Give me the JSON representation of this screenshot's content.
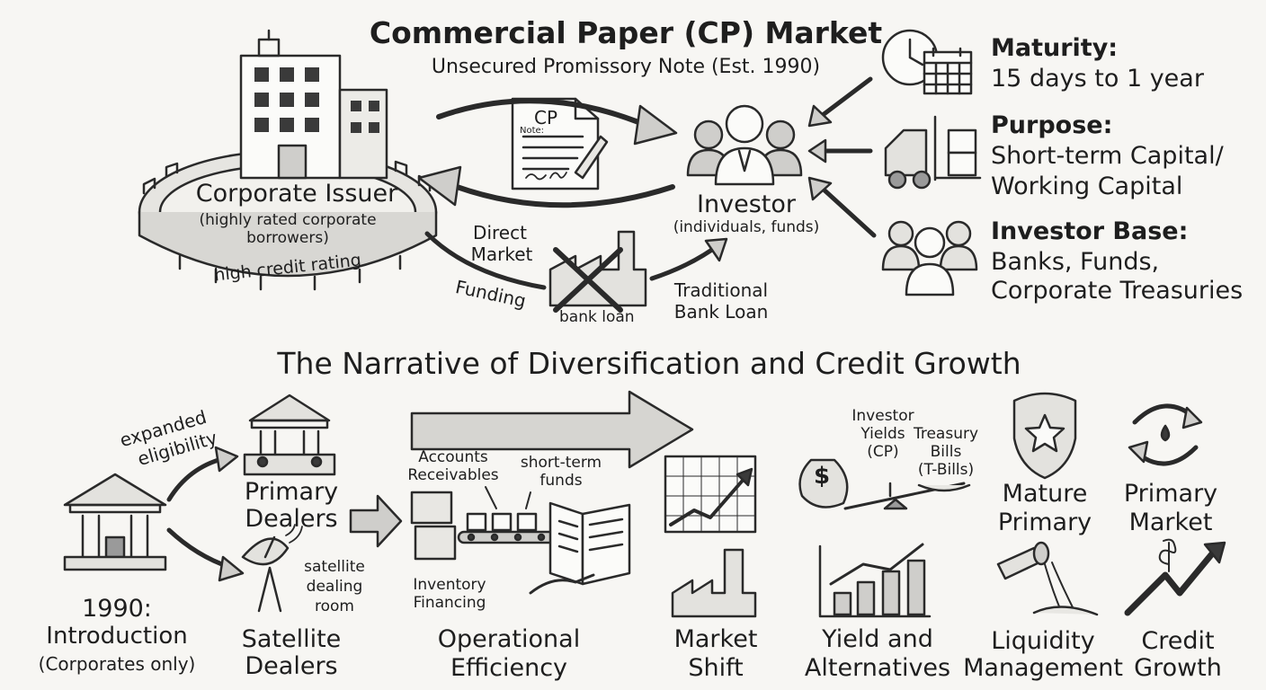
{
  "header": {
    "title": "Commercial Paper (CP) Market",
    "subtitle": "Unsecured Promissory Note (Est. 1990)"
  },
  "top": {
    "issuer_title": "Corporate Issuer",
    "issuer_note_line1": "(highly rated corporate",
    "issuer_note_line2": "borrowers)",
    "credit_rating": "high credit rating",
    "note_cp": "CP",
    "note_label": "Note:",
    "investor_title": "Investor",
    "investor_note": "(individuals, funds)",
    "direct_line1": "Direct",
    "direct_line2": "Market",
    "funding": "Funding",
    "bank_loan": "bank loan",
    "traditional_line1": "Traditional",
    "traditional_line2": "Bank Loan"
  },
  "facts": [
    {
      "label": "Maturity:",
      "value_line1": "15 days to 1 year",
      "value_line2": "",
      "value_line3": ""
    },
    {
      "label": "Purpose:",
      "value_line1": "Short-term Capital/",
      "value_line2": "Working Capital",
      "value_line3": ""
    },
    {
      "label": "Investor Base:",
      "value_line1": "Banks, Funds,",
      "value_line2": "Corporate Treasuries",
      "value_line3": ""
    }
  ],
  "narrative": {
    "title": "The Narrative of Diversification and Credit Growth",
    "expanded_line1": "expanded",
    "expanded_line2": "eligibility",
    "intro_line1": "1990:",
    "intro_line2": "Introduction",
    "intro_line3": "(Corporates only)",
    "primary_dealers_line1": "Primary",
    "primary_dealers_line2": "Dealers",
    "satellite_room_line1": "satellite",
    "satellite_room_line2": "dealing",
    "satellite_room_line3": "room",
    "satellite_dealers_line1": "Satellite",
    "satellite_dealers_line2": "Dealers",
    "accounts_line1": "Accounts",
    "accounts_line2": "Receivables",
    "shortterm_line1": "short-term",
    "shortterm_line2": "funds",
    "inventory_line1": "Inventory",
    "inventory_line2": "Financing",
    "operational_line1": "Operational",
    "operational_line2": "Efficiency",
    "market_shift_line1": "Market",
    "market_shift_line2": "Shift",
    "investor_yields_line1": "Investor",
    "investor_yields_line2": "Yields",
    "investor_yields_line3": "(CP)",
    "treasury_line1": "Treasury",
    "treasury_line2": "Bills",
    "treasury_line3": "(T-Bills)",
    "yield_line1": "Yield and",
    "yield_line2": "Alternatives",
    "mature_line1": "Mature",
    "mature_line2": "Primary",
    "primary_market_line1": "Primary",
    "primary_market_line2": "Market",
    "liquidity_line1": "Liquidity",
    "liquidity_line2": "Management",
    "credit_line1": "Credit",
    "credit_line2": "Growth"
  },
  "colors": {
    "ink": "#1e1e1e",
    "paper": "#f7f6f3",
    "shade": "#9a9a9a",
    "light": "#d9d9d6"
  }
}
